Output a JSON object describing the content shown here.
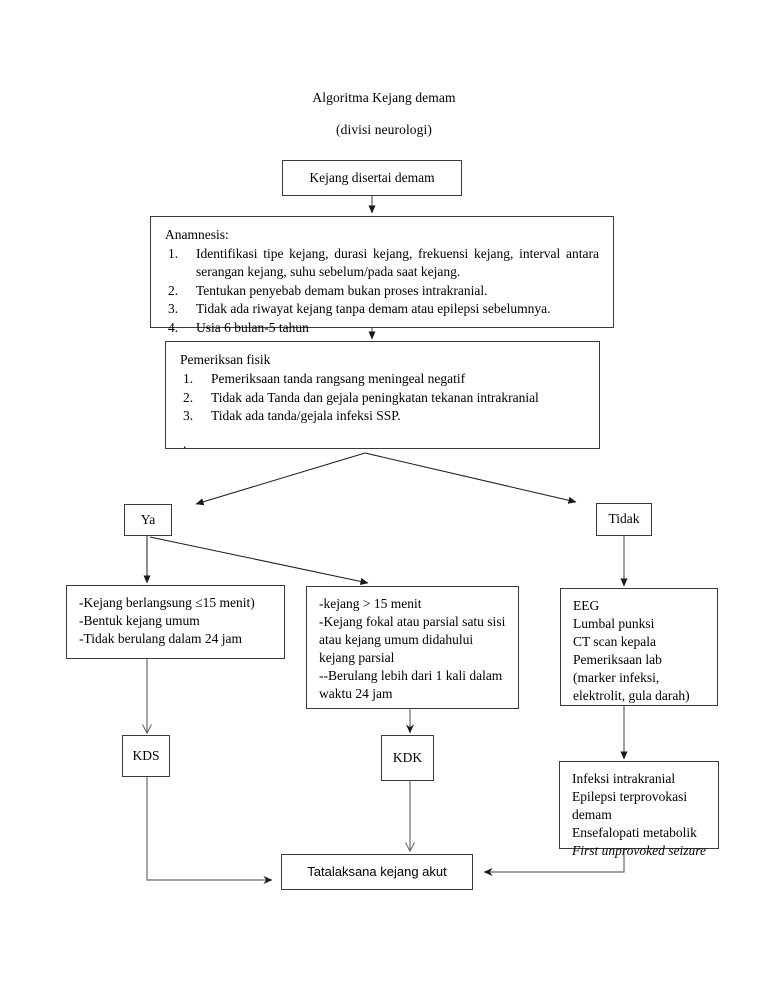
{
  "title": {
    "line1": "Algoritma Kejang demam",
    "line2": "(divisi neurologi)"
  },
  "nodes": {
    "start": {
      "label": "Kejang disertai demam"
    },
    "anamnesis": {
      "heading": "Anamnesis:",
      "items": [
        "Identifikasi tipe kejang, durasi kejang, frekuensi kejang, interval antara serangan kejang, suhu sebelum/pada saat kejang.",
        "Tentukan penyebab demam bukan proses intrakranial.",
        "Tidak ada riwayat kejang tanpa demam atau epilepsi sebelumnya.",
        "Usia 6 bulan-5 tahun"
      ],
      "markers": [
        "1.",
        "2.",
        "3.",
        "4."
      ]
    },
    "pemeriksaan": {
      "heading": "Pemeriksan fisik",
      "items": [
        "Pemeriksaan tanda rangsang meningeal negatif",
        "Tidak ada Tanda dan gejala peningkatan tekanan intrakranial",
        "Tidak ada tanda/gejala infeksi SSP."
      ],
      "markers": [
        "1.",
        "2.",
        "3."
      ],
      "trailing_dot": "."
    },
    "ya": {
      "label": "Ya"
    },
    "tidak": {
      "label": "Tidak"
    },
    "simple_criteria": {
      "lines": [
        "-Kejang berlangsung ≤15 menit)",
        "-Bentuk kejang umum",
        "-Tidak berulang dalam 24 jam"
      ]
    },
    "complex_criteria": {
      "lines": [
        "-kejang > 15 menit",
        "-Kejang fokal atau parsial satu sisi",
        "atau kejang umum didahului",
        "kejang parsial",
        "--Berulang lebih dari 1 kali dalam",
        "waktu 24 jam"
      ]
    },
    "workup": {
      "lines": [
        "EEG",
        "Lumbal punksi",
        "CT scan kepala",
        "Pemeriksaan lab",
        "(marker infeksi,",
        "elektrolit, gula darah)"
      ]
    },
    "kds": {
      "label": "KDS"
    },
    "kdk": {
      "label": "KDK"
    },
    "diagnoses": {
      "lines": [
        "Infeksi intrakranial",
        "Epilepsi terprovokasi",
        "demam",
        "Ensefalopati metabolik"
      ],
      "italic_line": "First unprovoked seizure"
    },
    "outcome": {
      "label": "Tatalaksana kejang akut"
    }
  },
  "colors": {
    "box_border": "#3a3a3a",
    "connector": "#6b6b6b",
    "connector_dark": "#1a1a1a",
    "text": "#000000",
    "background": "#ffffff"
  }
}
